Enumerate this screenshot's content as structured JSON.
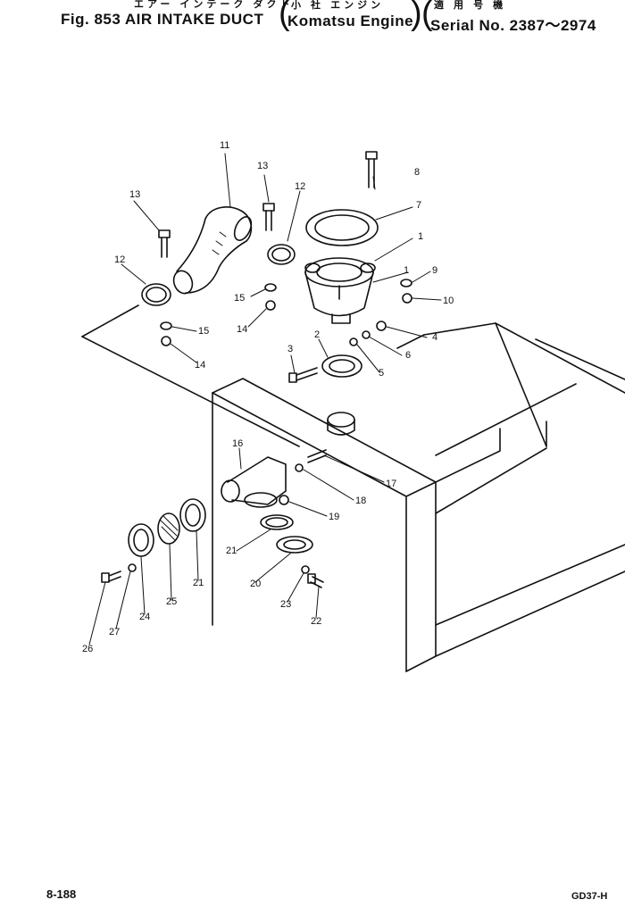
{
  "header": {
    "jp_title": "エアー インテーク ダクト",
    "fig_title": "Fig. 853 AIR INTAKE DUCT",
    "jp_engine": "小 社  エンジン",
    "engine": "Komatsu Engine",
    "jp_serial": "適 用 号 機",
    "serial": "Serial No. 2387～2974"
  },
  "callouts": [
    "1",
    "1",
    "2",
    "3",
    "4",
    "5",
    "6",
    "7",
    "8",
    "9",
    "10",
    "11",
    "12",
    "12",
    "13",
    "13",
    "14",
    "14",
    "15",
    "15",
    "16",
    "17",
    "18",
    "19",
    "20",
    "21",
    "21",
    "22",
    "23",
    "24",
    "25",
    "26",
    "27"
  ],
  "footer": {
    "page": "8-188",
    "code": "GD37-H"
  }
}
